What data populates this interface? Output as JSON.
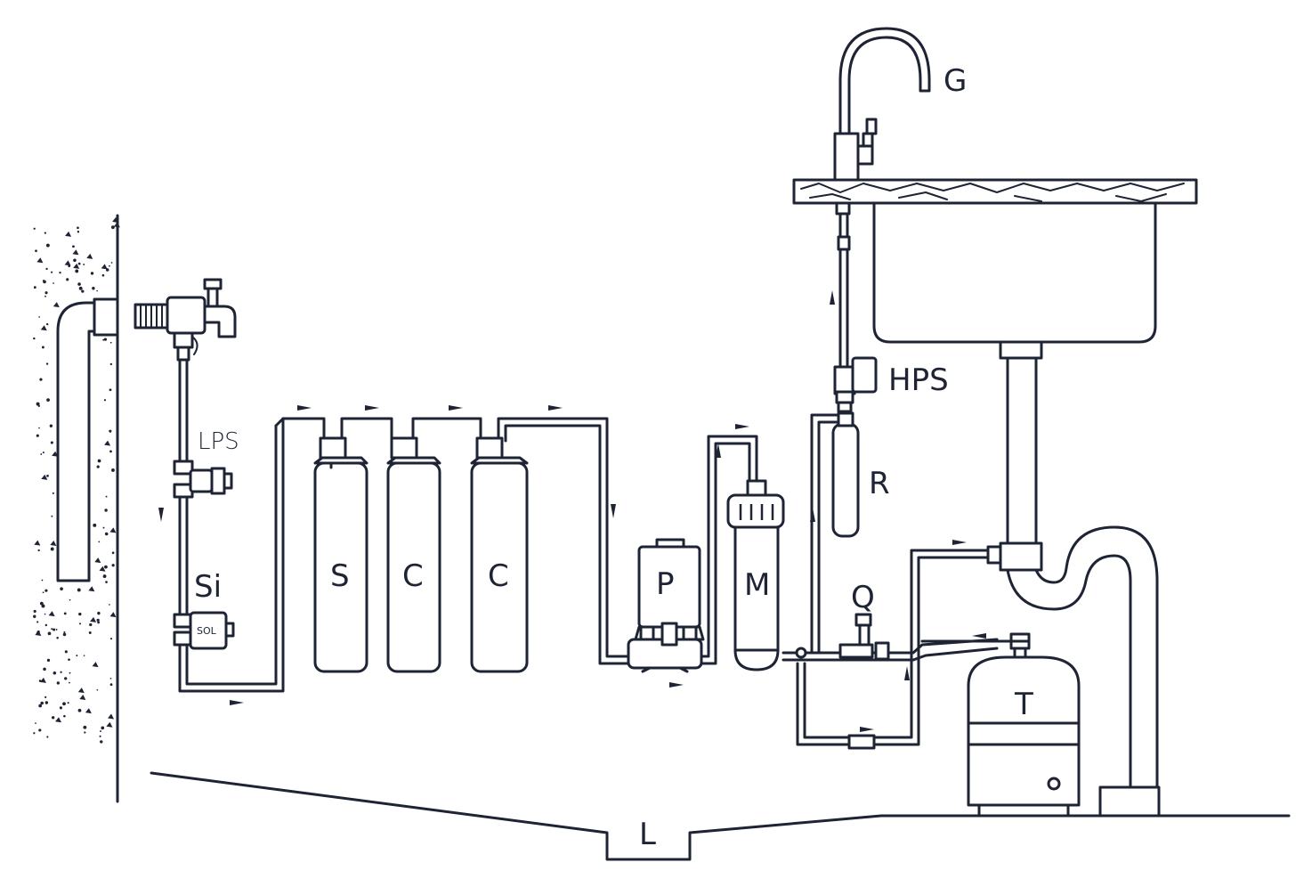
{
  "labels": {
    "faucet": "G",
    "high_pressure_switch": "HPS",
    "remineralizer": "R",
    "low_pressure_switch": "LPS",
    "solenoid": "Si",
    "solenoid_tag": "SOL",
    "sediment_filter": "S",
    "carbon_filter_1": "C",
    "carbon_filter_2": "C",
    "pump": "P",
    "membrane": "M",
    "flow_restrictor": "Q",
    "tank": "T",
    "drain": "L"
  },
  "colors": {
    "line": "#1e2434",
    "background": "#ffffff"
  }
}
